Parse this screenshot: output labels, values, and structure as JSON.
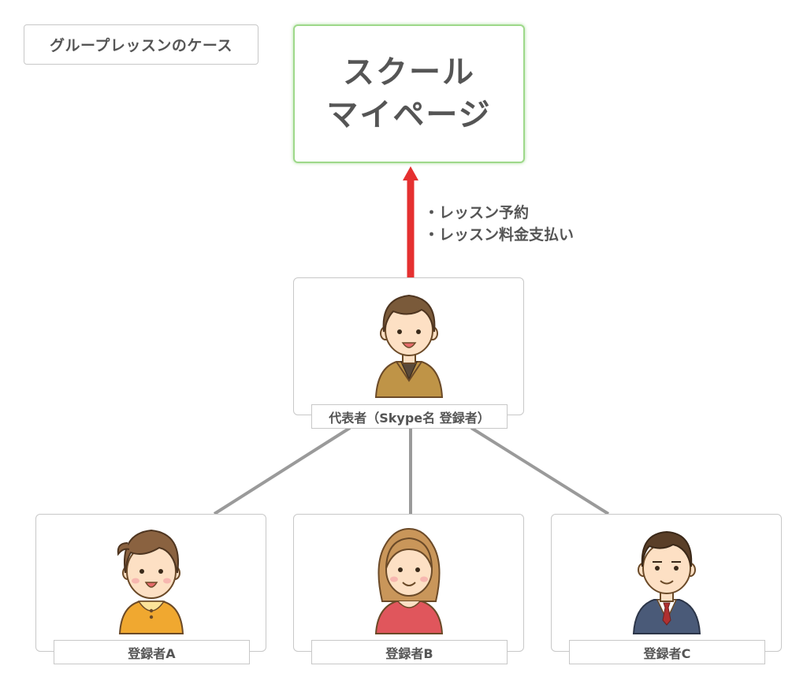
{
  "case_label": "グループレッスンのケース",
  "school": {
    "line1": "スクール",
    "line2": "マイページ"
  },
  "actions": [
    "・レッスン予約",
    "・レッスン料金支払い"
  ],
  "representative": {
    "label": "代表者（Skype名 登録者）"
  },
  "members": [
    {
      "label": "登録者A"
    },
    {
      "label": "登録者B"
    },
    {
      "label": "登録者C"
    }
  ],
  "colors": {
    "arrow": "#e53030",
    "connector": "#9a9a9a",
    "school_border": "#9ed88a"
  }
}
